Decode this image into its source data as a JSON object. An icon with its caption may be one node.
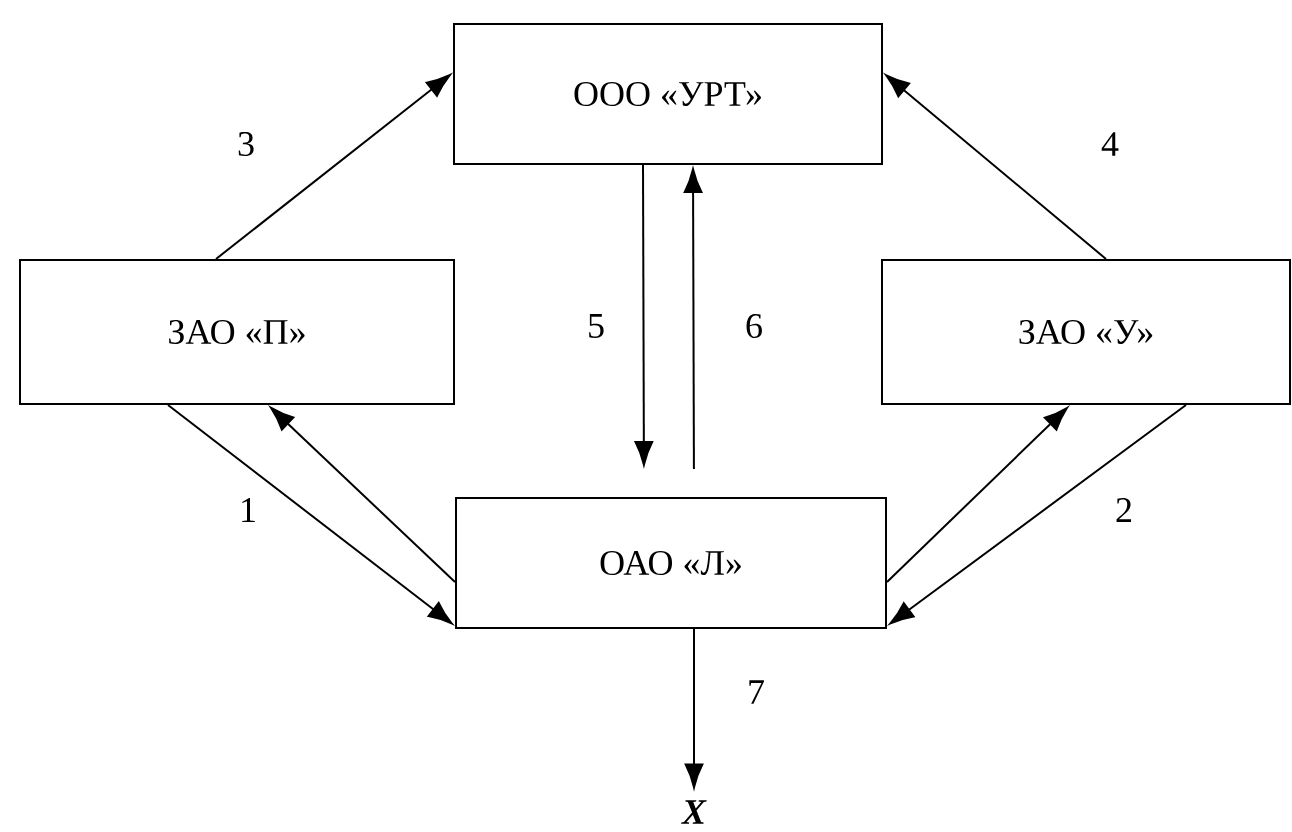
{
  "diagram": {
    "nodes": [
      {
        "text": [
          "ООО «УРТ»"
        ]
      },
      {
        "text": [
          "ЗАО «П»"
        ]
      },
      {
        "text": [
          "ЗАО «У»"
        ]
      },
      {
        "text": [
          "ОАО «Л»"
        ]
      },
      {
        "text": [
          "X"
        ]
      }
    ],
    "edges": [
      {
        "from": 1,
        "to": 0,
        "arrow": "to",
        "label": "3"
      },
      {
        "from": 2,
        "to": 0,
        "arrow": "to",
        "label": "4"
      },
      {
        "from": 0,
        "to": 3,
        "arrow": "to",
        "label": "5"
      },
      {
        "from": 3,
        "to": 0,
        "arrow": "to",
        "label": "6"
      },
      {
        "from": 1,
        "to": 3,
        "arrow": "to",
        "label": "1"
      },
      {
        "from": 3,
        "to": 1,
        "arrow": "to"
      },
      {
        "from": 3,
        "to": 2,
        "arrow": "to"
      },
      {
        "from": 2,
        "to": 3,
        "arrow": "to",
        "label": "2"
      },
      {
        "from": 3,
        "to": 4,
        "arrow": "to",
        "label": "7"
      }
    ]
  }
}
